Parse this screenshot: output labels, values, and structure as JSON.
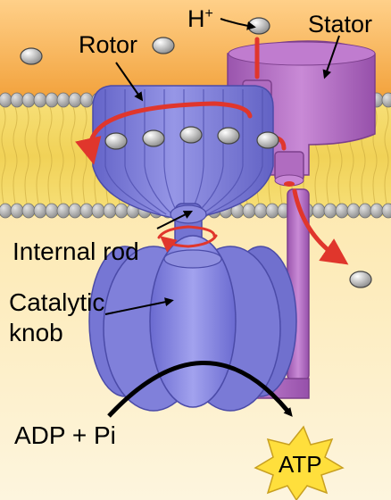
{
  "labels": {
    "h_plus_base": "H",
    "h_plus_sup": "+",
    "stator": "Stator",
    "rotor": "Rotor",
    "internal_rod": "Internal rod",
    "catalytic_line1": "Catalytic",
    "catalytic_line2": "knob",
    "reactants": "ADP + Pi",
    "product": "ATP"
  },
  "colors": {
    "intermembrane": "#f3aa45",
    "matrix": "#fbf1cf",
    "lipid_head": "#a8a8a8",
    "lipid_tail": "#f2d560",
    "protein": "#7f7fd8",
    "stator": "#a866b8",
    "arrow": "#e0362c",
    "atp_burst": "#ffdf3c"
  }
}
